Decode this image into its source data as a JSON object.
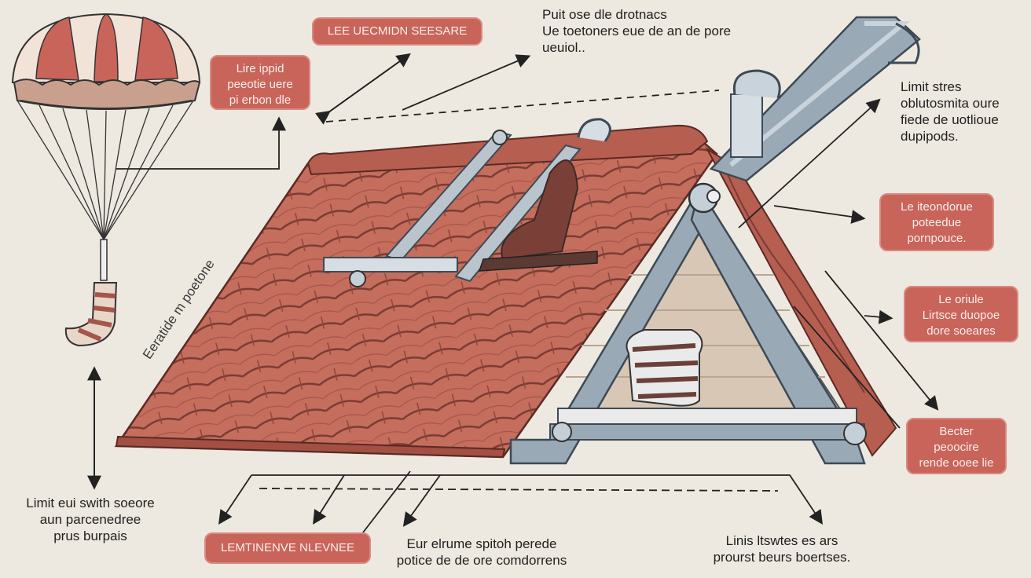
{
  "labels": {
    "top_center_box": "LEE UECMIDN SEESARE",
    "top_right_text": [
      "Puit ose dle drotnacs",
      "Ue toetoners eue de an de pore",
      "ueuiol.."
    ],
    "left_box": [
      "Lire ippid",
      "peeotie uere",
      "pi erbon dle"
    ],
    "right_text_1": [
      "Limit stres",
      "oblutosmita oure",
      "fiede de uotlioue",
      "dupipods."
    ],
    "right_box_1": [
      "Le iteondorue",
      "poteedue",
      "pornpouce."
    ],
    "right_box_2": [
      "Le oriule",
      "Lirtsce duopoe",
      "dore soeares"
    ],
    "right_box_3": [
      "Becter",
      "peoocire",
      "rende ooee lie"
    ],
    "bottom_left_text": [
      "Limit eui swith soeore",
      "aun parcenedree",
      "prus burpais"
    ],
    "bottom_box": "LEMTINENVE NLEVNEE",
    "bottom_center_text": [
      "Eur elrume spitoh perede",
      "potice de de ore comdorrens"
    ],
    "bottom_right_text": [
      "Linis ltswtes es ars",
      "prourst beurs boertses."
    ],
    "rotated_text": "Eeratide m poetone"
  },
  "colors": {
    "background": "#ede9e0",
    "accent_box": "#c9645b",
    "roof_tile": "#c56e5d",
    "frame_metal": "#9aa9b6"
  }
}
